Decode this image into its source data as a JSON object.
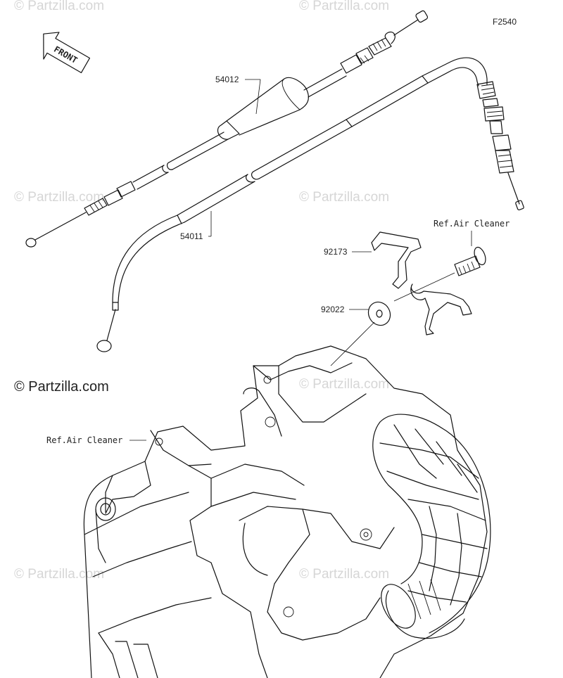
{
  "figure_code": "F2540",
  "front_label": "FRONT",
  "watermark_small": "© Partzilla.com",
  "watermark_main": "© Partzilla.com",
  "parts": {
    "cable_upper": "54012",
    "cable_lower": "54011",
    "clamp": "92173",
    "washer": "92022",
    "ref_air_cleaner_top": "Ref.Air Cleaner",
    "ref_air_cleaner_left": "Ref.Air Cleaner"
  }
}
